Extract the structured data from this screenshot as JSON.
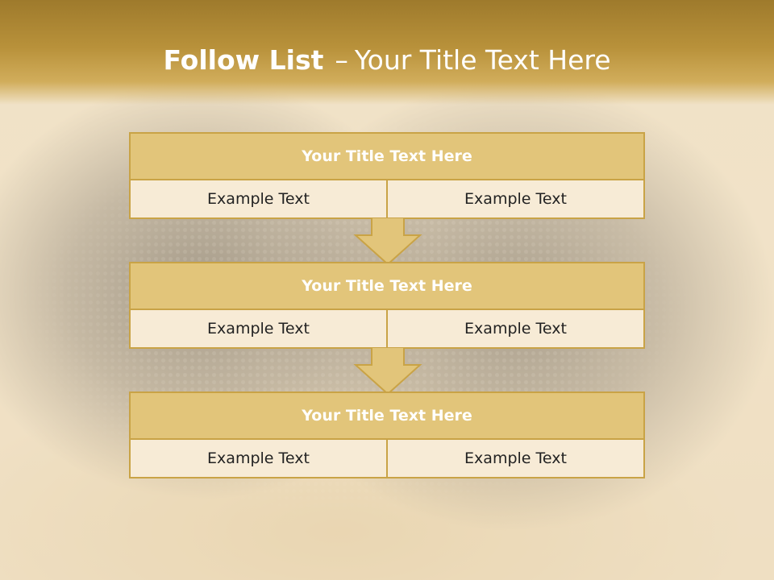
{
  "slide": {
    "title_bold": "Follow List",
    "title_sep": "–",
    "title_rest": "Your Title Text Here"
  },
  "blocks": [
    {
      "title": "Your Title Text Here",
      "left": "Example Text",
      "right": "Example Text"
    },
    {
      "title": "Your Title Text Here",
      "left": "Example Text",
      "right": "Example Text"
    },
    {
      "title": "Your Title Text Here",
      "left": "Example Text",
      "right": "Example Text"
    }
  ],
  "colors": {
    "header_gold": "#b8913a",
    "block_title_fill": "#e2c57a",
    "border_gold": "#c9a346",
    "cell_fill": "#f7ebd6"
  },
  "icons": [
    "down-arrow-icon",
    "down-arrow-icon"
  ]
}
